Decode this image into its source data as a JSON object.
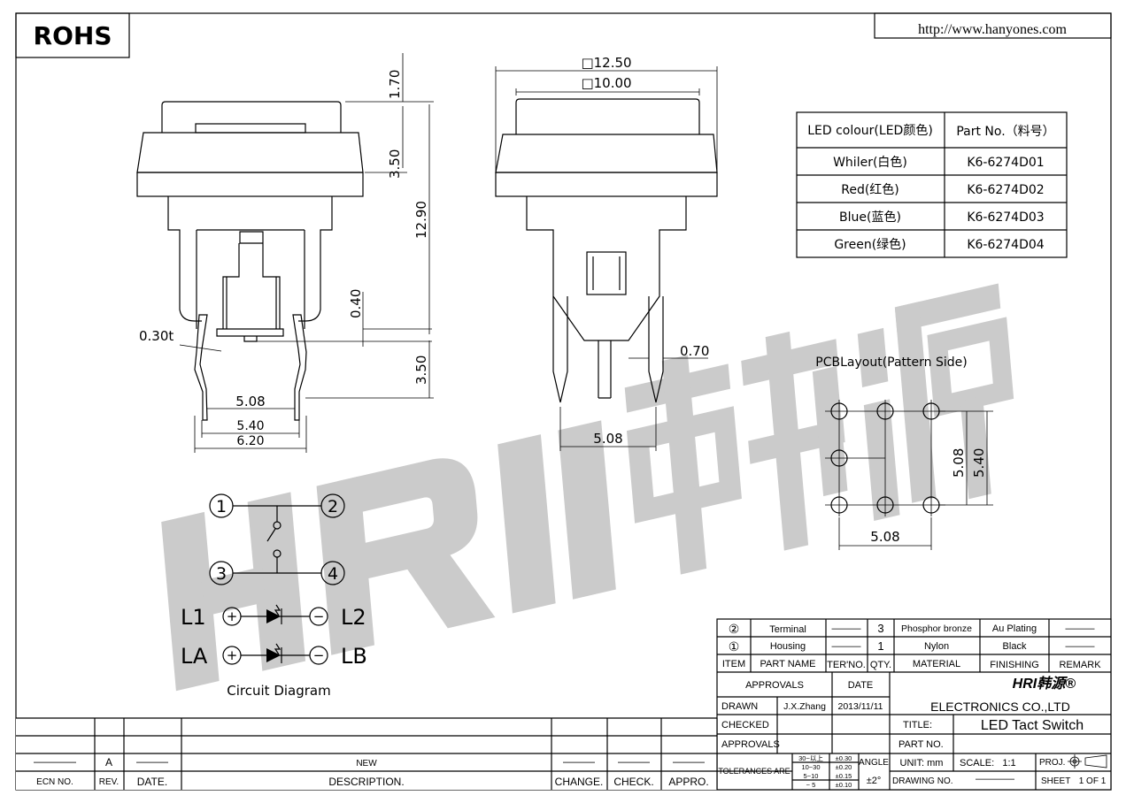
{
  "header": {
    "rohs": "ROHS",
    "url": "http://www.hanyones.com"
  },
  "watermark": {
    "text": "HRI韩源"
  },
  "front_view": {
    "dims": {
      "d170": "1.70",
      "d350_top": "3.50",
      "d1290": "12.90",
      "d040": "0.40",
      "d350_bot": "3.50",
      "d030t": "0.30t",
      "d508": "5.08",
      "d540": "5.40",
      "d620": "6.20"
    }
  },
  "side_view": {
    "dims": {
      "d1250": "□12.50",
      "d1000": "□10.00",
      "d070": "0.70",
      "d508": "5.08"
    }
  },
  "led_table": {
    "headers": [
      "LED colour(LED颜色)",
      "Part No.（料号）"
    ],
    "rows": [
      {
        "colour": "Whiler(白色)",
        "part": "K6-6274D01"
      },
      {
        "colour": "Red(红色)",
        "part": "K6-6274D02"
      },
      {
        "colour": "Blue(蓝色)",
        "part": "K6-6274D03"
      },
      {
        "colour": "Green(绿色)",
        "part": "K6-6274D04"
      }
    ]
  },
  "pcb_layout": {
    "title": "PCBLayout(Pattern Side)",
    "d508_v": "5.08",
    "d540_v": "5.40",
    "d508_h": "5.08"
  },
  "circuit": {
    "pins": [
      "1",
      "2",
      "3",
      "4"
    ],
    "l1": "L1",
    "l2": "L2",
    "la": "LA",
    "lb": "LB",
    "plus": "+",
    "minus": "−",
    "caption": "Circuit Diagram"
  },
  "bom": {
    "rows": [
      {
        "item": "②",
        "part_name": "Terminal",
        "ter_no": "———",
        "qty": "3",
        "material": "Phosphor bronze",
        "finishing": "Au Plating",
        "remark": "———"
      },
      {
        "item": "①",
        "part_name": "Housing",
        "ter_no": "———",
        "qty": "1",
        "material": "Nylon",
        "finishing": "Black",
        "remark": "———"
      }
    ],
    "headers": {
      "item": "ITEM",
      "part_name": "PART NAME",
      "ter_no": "TER'NO.",
      "qty": "QTY.",
      "material": "MATERIAL",
      "finishing": "FINISHING",
      "remark": "REMARK"
    }
  },
  "title_block": {
    "approvals": "APPROVALS",
    "date": "DATE",
    "drawn": "DRAWN",
    "drawn_by": "J.X.Zhang",
    "drawn_date": "2013/11/11",
    "checked": "CHECKED",
    "approvals2": "APPROVALS",
    "logo": "HRI韩源®",
    "company": "ELECTRONICS CO.,LTD",
    "title_label": "TITLE:",
    "title": "LED Tact Switch",
    "part_no_label": "PART NO.",
    "tolerances": "TOLERANCES ARE",
    "tol_ranges": [
      "30~以上",
      "10~30",
      "5~10",
      "~ 5"
    ],
    "tol_values": [
      "±0.30",
      "±0.20",
      "±0.15",
      "±0.10"
    ],
    "angle": "ANGLE",
    "angle_value": "±2°",
    "unit": "UNIT: mm",
    "scale_label": "SCALE:",
    "scale": "1:1",
    "proj": "PROJ.",
    "drawing_no_label": "DRAWING NO.",
    "drawing_no": "————",
    "sheet": "SHEET",
    "sheet_value": "1 OF 1"
  },
  "revision": {
    "row": {
      "ecn": "————",
      "rev": "A",
      "date": "———",
      "description": "NEW",
      "change": "———",
      "check": "———",
      "appro": "———"
    },
    "headers": {
      "ecn": "ECN NO.",
      "rev": "REV.",
      "date": "DATE.",
      "description": "DESCRIPTION.",
      "change": "CHANGE.",
      "check": "CHECK.",
      "appro": "APPRO."
    }
  }
}
